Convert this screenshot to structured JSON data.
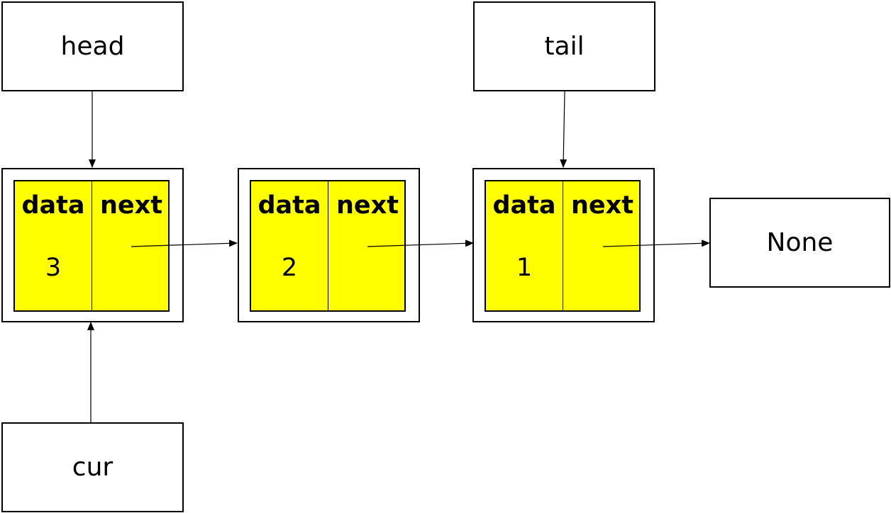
{
  "pointers": {
    "head": "head",
    "tail": "tail",
    "cur": "cur"
  },
  "nodes": [
    {
      "data_label": "data",
      "next_label": "next",
      "value": "3"
    },
    {
      "data_label": "data",
      "next_label": "next",
      "value": "2"
    },
    {
      "data_label": "data",
      "next_label": "next",
      "value": "1"
    }
  ],
  "terminal": "None",
  "colors": {
    "node_fill": "#ffff00",
    "border": "#000000",
    "background": "#ffffff"
  }
}
